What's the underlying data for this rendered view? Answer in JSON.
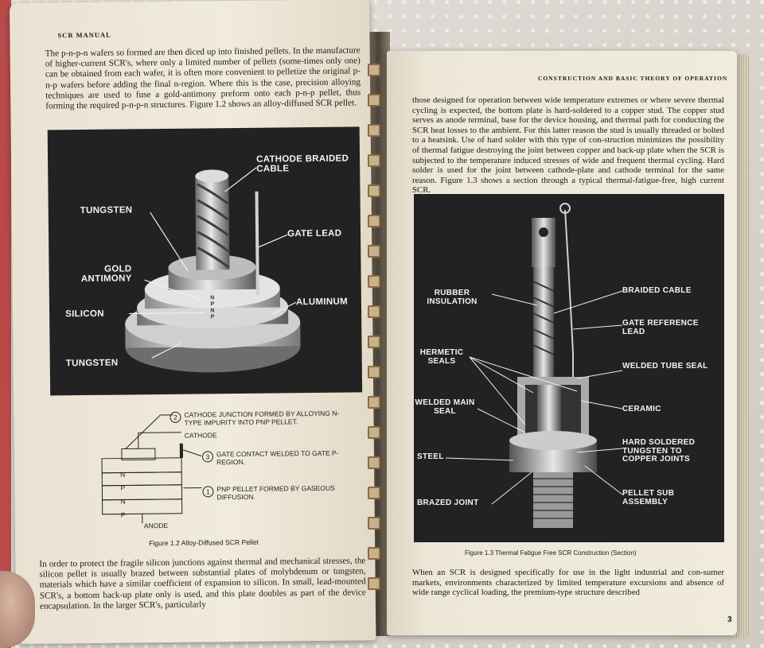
{
  "left_page": {
    "running_head": "SCR MANUAL",
    "para1": "The p-n-p-n wafers so formed are then diced up into finished pellets. In the manufacture of higher-current SCR's, where only a limited number of pellets (some-times only one) can be obtained from each wafer, it is often more convenient to pelletize the original p-n-p wafers before adding the final n-region. Where this is the case, precision alloying techniques are used to fuse a gold-antimony preform onto each p-n-p pellet, thus forming the required p-n-p-n structures. Figure 1.2 shows an alloy-diffused SCR pellet.",
    "photo_labels": {
      "cathode_braided_cable": "CATHODE BRAIDED CABLE",
      "tungsten_top": "TUNGSTEN",
      "gate_lead": "GATE LEAD",
      "gold_antimony": "GOLD ANTIMONY",
      "silicon": "SILICON",
      "aluminum": "ALUMINUM",
      "tungsten_bottom": "TUNGSTEN",
      "layers": [
        "N",
        "P",
        "N",
        "P"
      ]
    },
    "diagram": {
      "note2": "CATHODE JUNCTION FORMED BY ALLOYING N-TYPE IMPURITY INTO PNP PELLET.",
      "cathode": "CATHODE",
      "note3": "GATE CONTACT WELDED TO GATE P-REGION.",
      "note1": "PNP PELLET FORMED BY GASEOUS DIFFUSION.",
      "anode": "ANODE",
      "layers": [
        "N",
        "P",
        "N",
        "P"
      ],
      "markers": [
        "2",
        "3",
        "1"
      ]
    },
    "figure_caption": "Figure 1.2    Alloy-Diffused SCR Pellet",
    "para2": "In order to protect the fragile silicon junctions against thermal and mechanical stresses, the silicon pellet is usually brazed between substantial plates of molybdenum or tungsten, materials which have a similar coefficient of expansion to silicon. In small, lead-mounted SCR's, a bottom back-up plate only is used, and this plate doubles as part of the device encapsulation. In the larger SCR's, particularly"
  },
  "right_page": {
    "running_head": "CONSTRUCTION AND BASIC THEORY OF OPERATION",
    "para1": "those designed for operation between wide temperature extremes or where severe thermal cycling is expected, the bottom plate is hard-soldered to a copper stud. The copper stud serves as anode terminal, base for the device housing, and thermal path for conducting the SCR heat losses to the ambient. For this latter reason the stud is usually threaded or bolted to a heatsink. Use of hard solder with this type of con-struction minimizes the possibility of thermal fatigue destroying the joint between copper and back-up plate when the SCR is subjected to the temperature induced stresses of wide and frequent thermal cycling. Hard solder is used for the joint between cathode-plate and cathode terminal for the same reason. Figure 1.3 shows a section through a typical thermal-fatigue-free, high current SCR.",
    "photo_labels": {
      "rubber_insulation": "RUBBER INSULATION",
      "braided_cable": "BRAIDED CABLE",
      "gate_reference_lead": "GATE REFERENCE LEAD",
      "hermetic_seals": "HERMETIC SEALS",
      "welded_tube_seal": "WELDED TUBE SEAL",
      "welded_main_seal": "WELDED MAIN SEAL",
      "ceramic": "CERAMIC",
      "hard_soldered": "HARD SOLDERED TUNGSTEN TO COPPER JOINTS",
      "steel": "STEEL",
      "pellet_sub_assembly": "PELLET SUB ASSEMBLY",
      "brazed_joint": "BRAZED JOINT"
    },
    "figure_caption": "Figure 1.3    Thermal Fatigue Free SCR Construction (Section)",
    "para2": "When an SCR is designed specifically for use in the light industrial and con-sumer markets, environments characterized by limited temperature excursions and absence of wide range cyclical loading, the premium-type structure described",
    "page_number": "3"
  },
  "colors": {
    "paper": "#efe8d8",
    "ink": "#1e1b17",
    "photo_bg": "#222222",
    "cover_red": "#b84a4a"
  }
}
